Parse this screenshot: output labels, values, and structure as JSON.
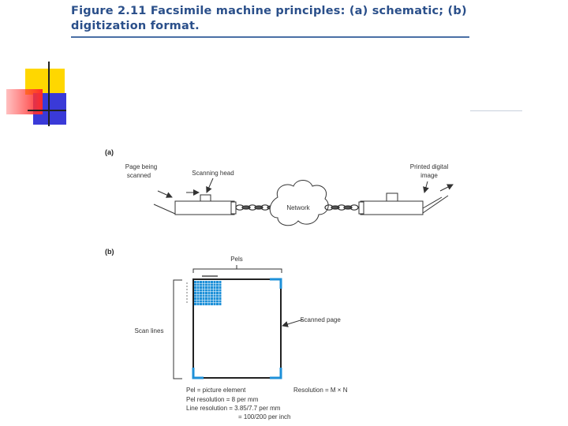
{
  "title_line1": "Figure 2.11  Facsimile machine principles: (a) schematic; (b)",
  "title_line2": "digitization format.",
  "panel_a": {
    "label": "(a)",
    "page_being_scanned_1": "Page being",
    "page_being_scanned_2": "scanned",
    "scanning_head": "Scanning head",
    "network": "Network",
    "printed_digital_1": "Printed digital",
    "printed_digital_2": "image"
  },
  "panel_b": {
    "label": "(b)",
    "pels": "Pels",
    "scanned_page": "Scanned page",
    "scan_lines": "Scan lines",
    "notes": {
      "pel_def": "Pel = picture element",
      "resolution": "Resolution = M × N",
      "pel_resolution": "Pel resolution   = 8 per mm",
      "line_resolution": "Line resolution = 3.85/7.7 per mm",
      "line_resolution_inch": "= 100/200 per inch"
    }
  },
  "colors": {
    "title": "#2a4f8a",
    "pel_blue": "#1e90d8",
    "deco_yellow": "#ffd700",
    "deco_red": "#ff4a4a",
    "deco_blue": "#3a3ad8"
  }
}
